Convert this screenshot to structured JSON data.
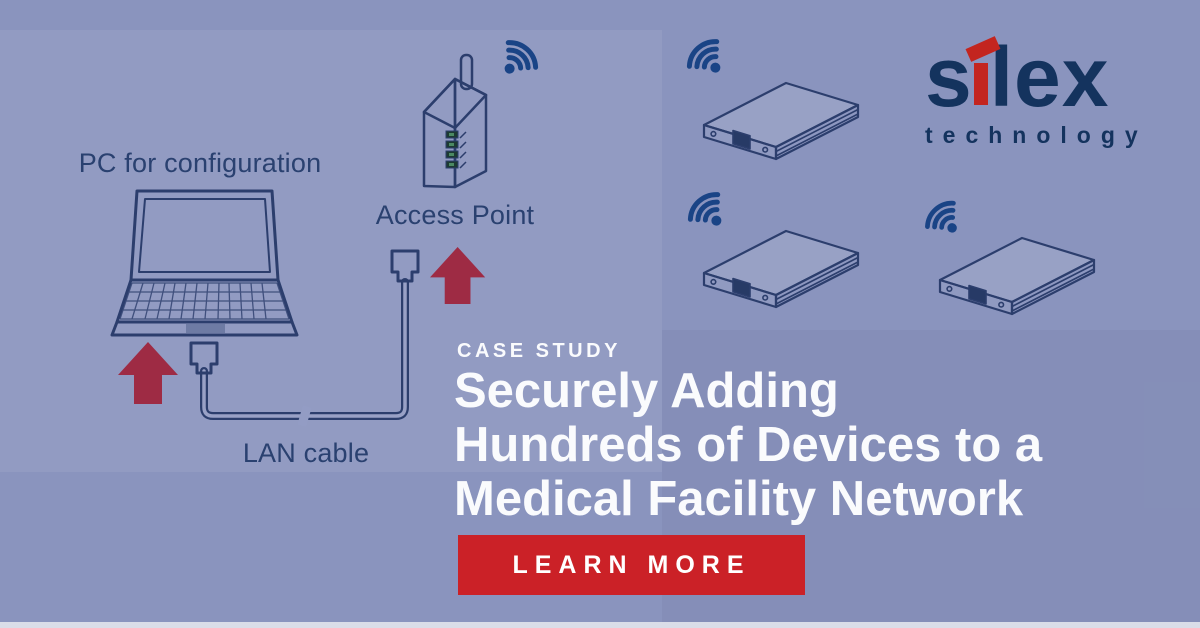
{
  "colors": {
    "bg": "#8A94BE",
    "navy": "#2C3E6D",
    "labelnavy": "#2A4170",
    "wifi": "#1A4486",
    "arrowred": "#9E2B44",
    "btnred": "#CB2127",
    "logonavy": "#14335E",
    "logored": "#C3251F",
    "strip": "#DADDE8",
    "white": "#FAFBFD"
  },
  "logo": {
    "brand_full": "silex",
    "brand_pre": "s",
    "brand_post": "lex",
    "tagline": "technology"
  },
  "diagram": {
    "pc_label": "PC for configuration",
    "ap_label": "Access Point",
    "lan_label": "LAN cable",
    "icons": {
      "laptop": "laptop-illustration",
      "access_point": "access-point-illustration",
      "wifi": "wifi-signal-icon",
      "arrow": "red-up-arrow",
      "devices": "wireless-device-illustration"
    },
    "device_count": 3
  },
  "content": {
    "eyebrow": "CASE STUDY",
    "title": "Securely Adding\nHundreds of Devices to a\nMedical Facility Network",
    "cta_label": "LEARN MORE"
  }
}
